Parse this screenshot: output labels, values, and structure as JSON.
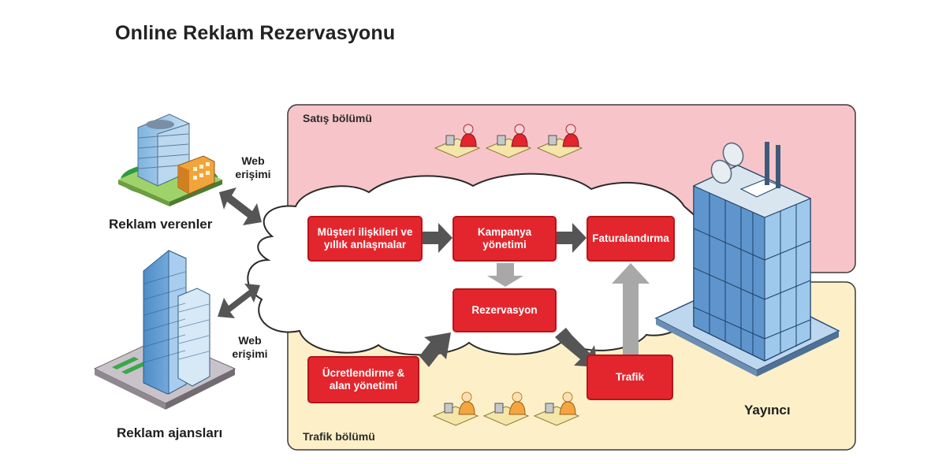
{
  "title": "Online Reklam Rezervasyonu",
  "panels": {
    "sales": "Satış bölümü",
    "traffic": "Trafik bölümü"
  },
  "entities": {
    "advertisers": "Reklam verenler",
    "agencies": "Reklam ajansları",
    "publisher": "Yayıncı"
  },
  "web_access": {
    "line1": "Web",
    "line2": "erişimi"
  },
  "process_boxes": {
    "crm": "Müşteri ilişkileri ve yıllık anlaşmalar",
    "campaign": "Kampanya yönetimi",
    "billing": "Faturalandırma",
    "reservation": "Rezervasyon",
    "pricing": "Ücretlendirme & alan yönetimi",
    "traffic": "Trafik"
  },
  "colors": {
    "sales_panel": "#f7c4c9",
    "traffic_panel": "#fdf0c8",
    "process_box": "#e3262d",
    "arrow_dark": "#555555",
    "arrow_light": "#a8a8a8"
  },
  "icons": {
    "advertiser_building": "office-building-icon",
    "agency_building": "skyscraper-icon",
    "publisher_building": "publisher-tower-icon",
    "sales_staff": "workstation-person-icon",
    "traffic_staff": "workstation-person-icon",
    "network": "cloud-icon"
  }
}
